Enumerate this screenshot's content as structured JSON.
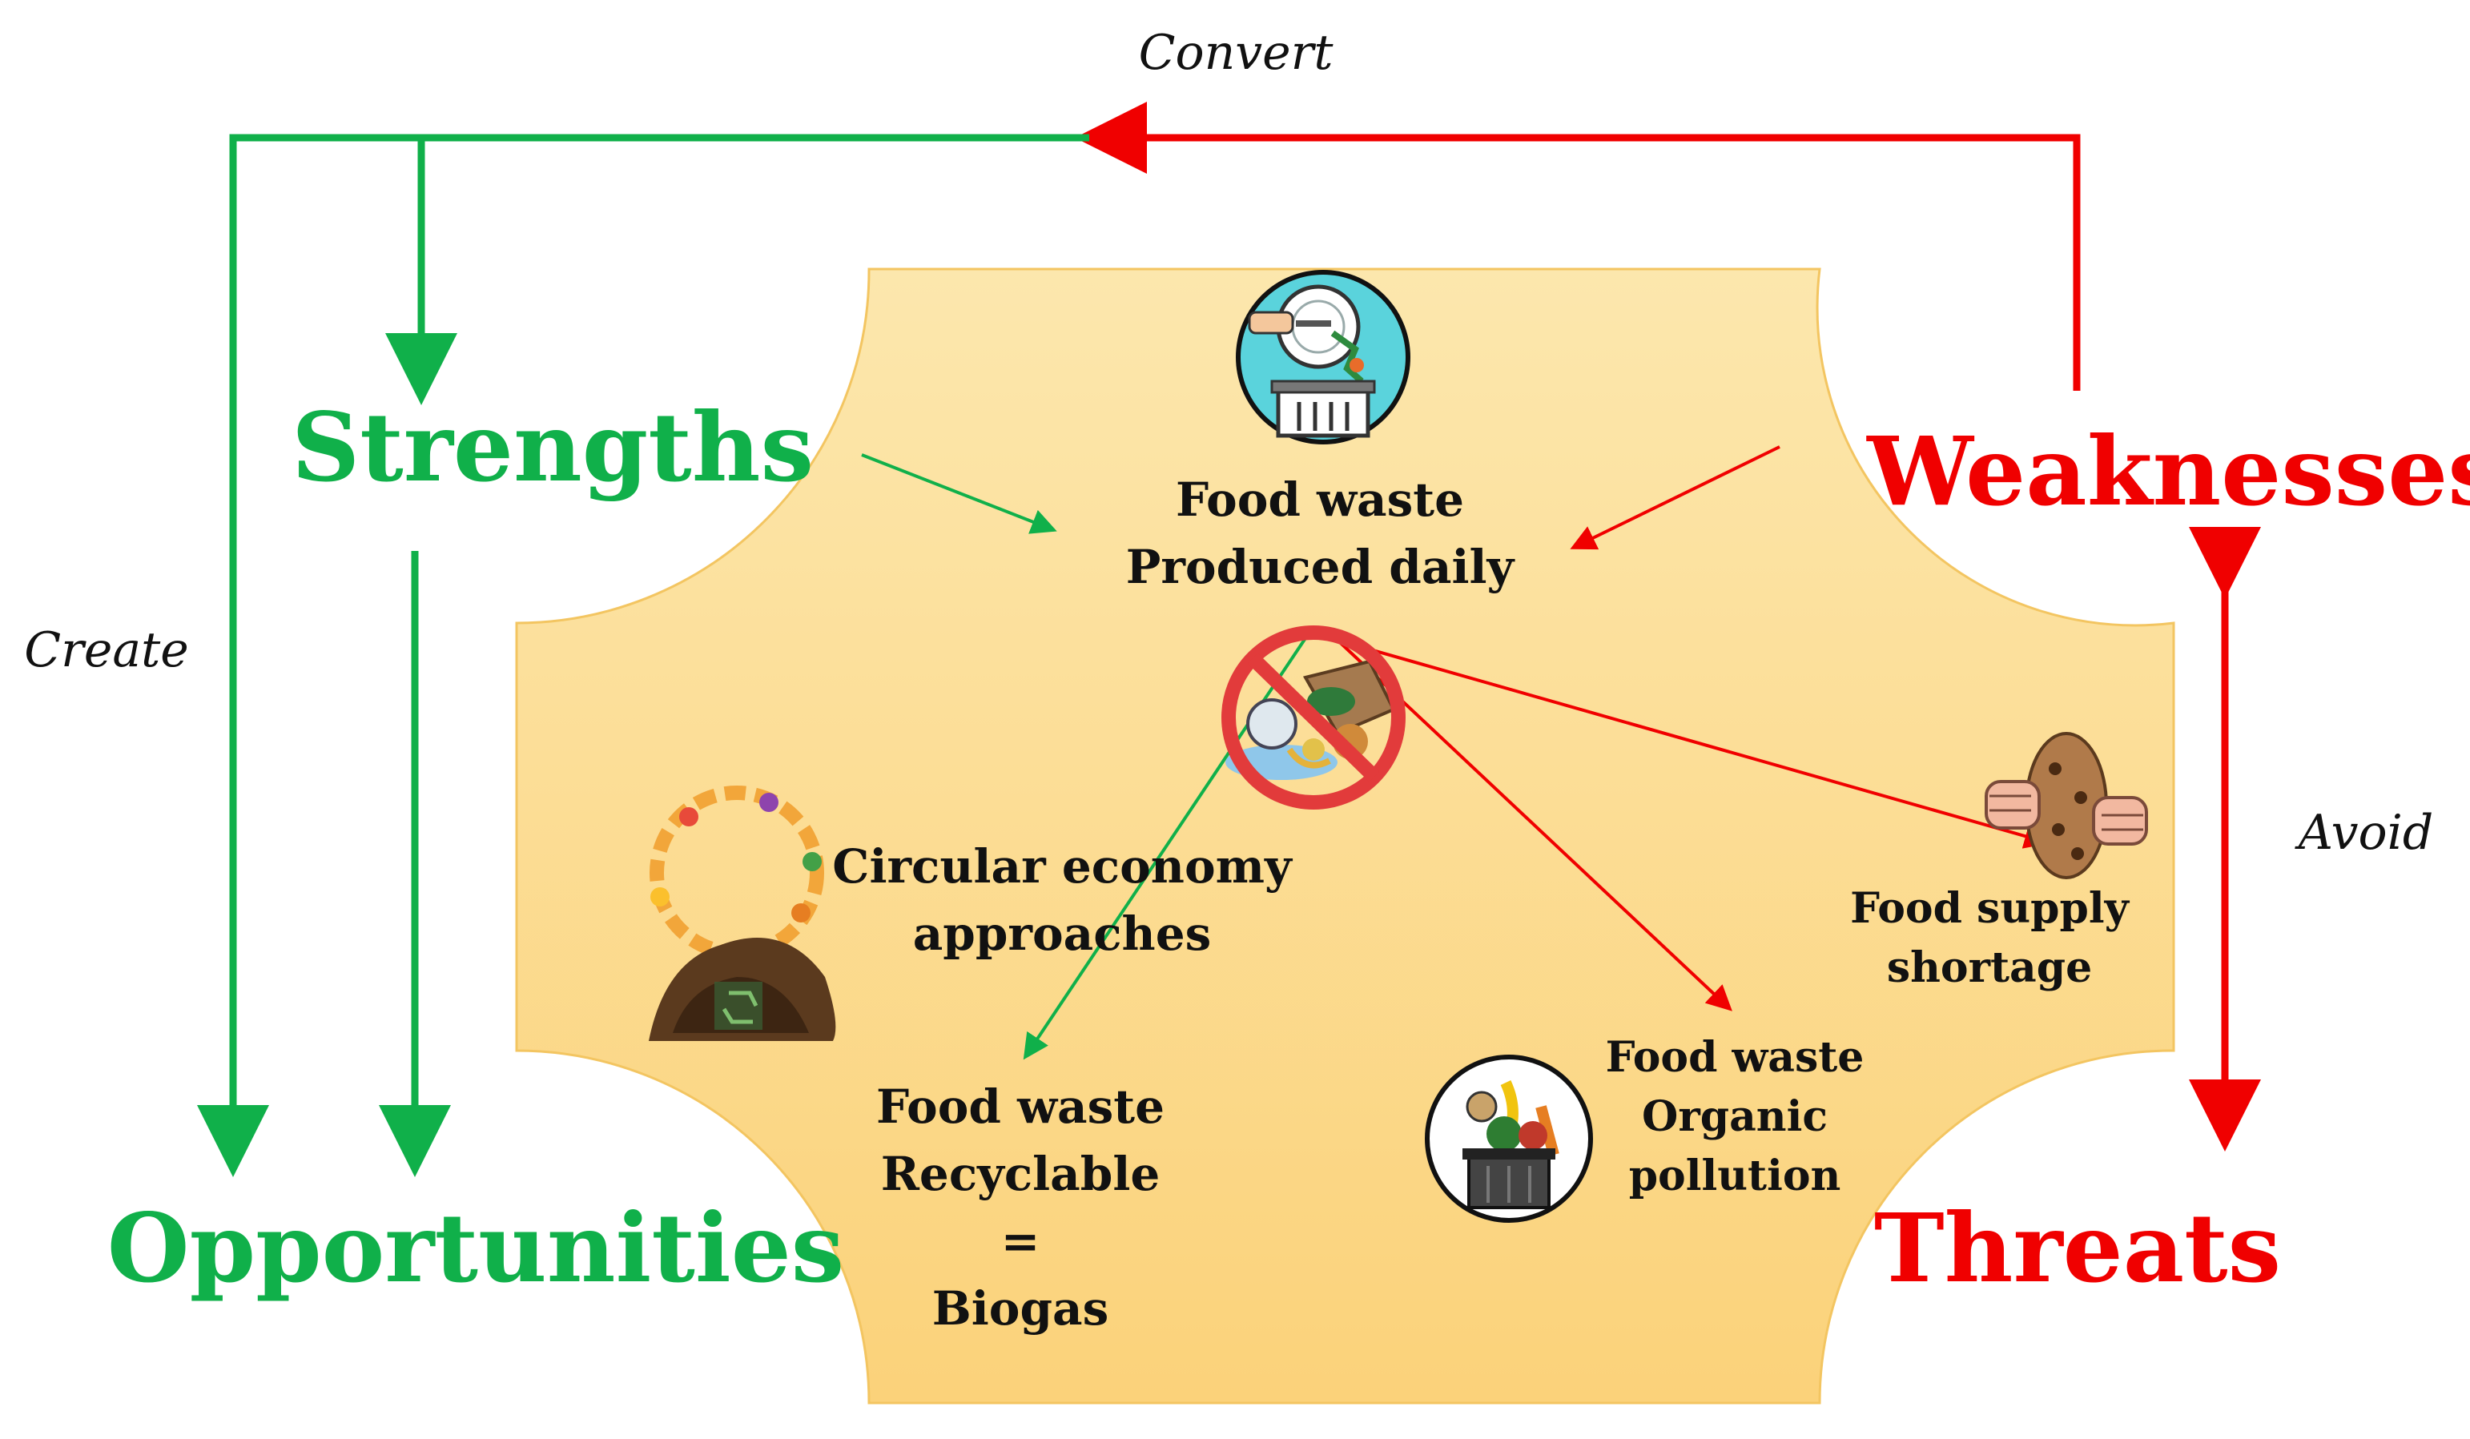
{
  "swot": {
    "strengths": "Strengths",
    "weaknesses": "Weaknesses",
    "opportunities": "Opportunities",
    "threats": "Threats"
  },
  "arrows": {
    "convert": "Convert",
    "create": "Create",
    "avoid": "Avoid"
  },
  "center": {
    "line1": "Food waste",
    "line2": "Produced daily"
  },
  "circular": {
    "line1": "Circular economy",
    "line2": "approaches"
  },
  "recyclable": {
    "line1": "Food waste",
    "line2": "Recyclable",
    "line3": "=",
    "line4": "Biogas"
  },
  "pollution": {
    "line1": "Food waste",
    "line2": "Organic",
    "line3": "pollution"
  },
  "shortage": {
    "line1": "Food supply",
    "line2": "shortage"
  },
  "icons": {
    "top": "food-waste-bin-icon",
    "prohibited": "no-food-waste-icon",
    "compost": "compost-recycle-icon",
    "trash": "organic-trash-can-icon",
    "hands": "hands-breaking-cookie-icon"
  },
  "colors": {
    "positive": "#10b04a",
    "negative": "#f00000",
    "panel": "#fbd98f"
  }
}
